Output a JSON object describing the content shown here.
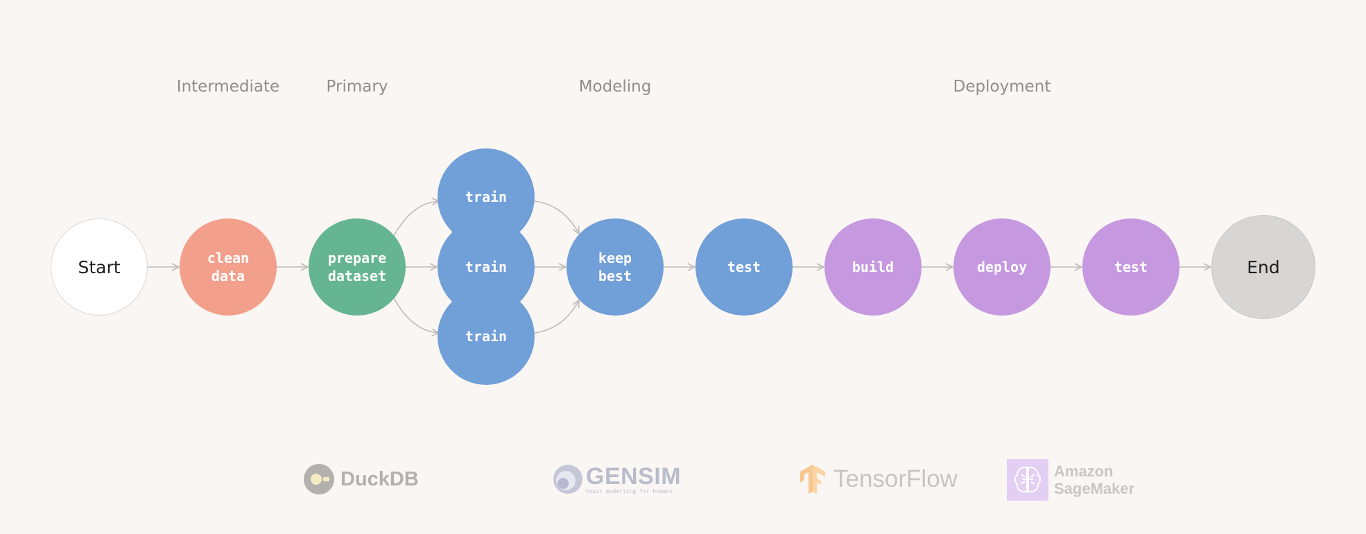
{
  "stages": {
    "intermediate": "Intermediate",
    "primary": "Primary",
    "modeling": "Modeling",
    "deployment": "Deployment"
  },
  "nodes": {
    "start": "Start",
    "clean_data": "clean\ndata",
    "prepare_dataset": "prepare\ndataset",
    "train_1": "train",
    "train_2": "train",
    "train_3": "train",
    "keep_best": "keep\nbest",
    "test_model": "test",
    "build": "build",
    "deploy": "deploy",
    "test_deploy": "test",
    "end": "End"
  },
  "logos": {
    "duckdb": "DuckDB",
    "gensim": "GENSIM",
    "gensim_tagline": "topic modelling for humans",
    "tensorflow": "TensorFlow",
    "sagemaker_line1": "Amazon",
    "sagemaker_line2": "SageMaker"
  },
  "colors": {
    "background": "#faf6f3",
    "intermediate": "#f2a08c",
    "primary": "#66b592",
    "modeling": "#719fd8",
    "deployment": "#c598df",
    "end": "#d7d6d5",
    "start": "#ffffff",
    "connector": "#bdbab7",
    "stage_label": "#8e8e8e"
  },
  "icons": [
    "duckdb-logo-icon",
    "gensim-logo-icon",
    "tensorflow-logo-icon",
    "sagemaker-brain-icon",
    "arrowhead-icon"
  ]
}
